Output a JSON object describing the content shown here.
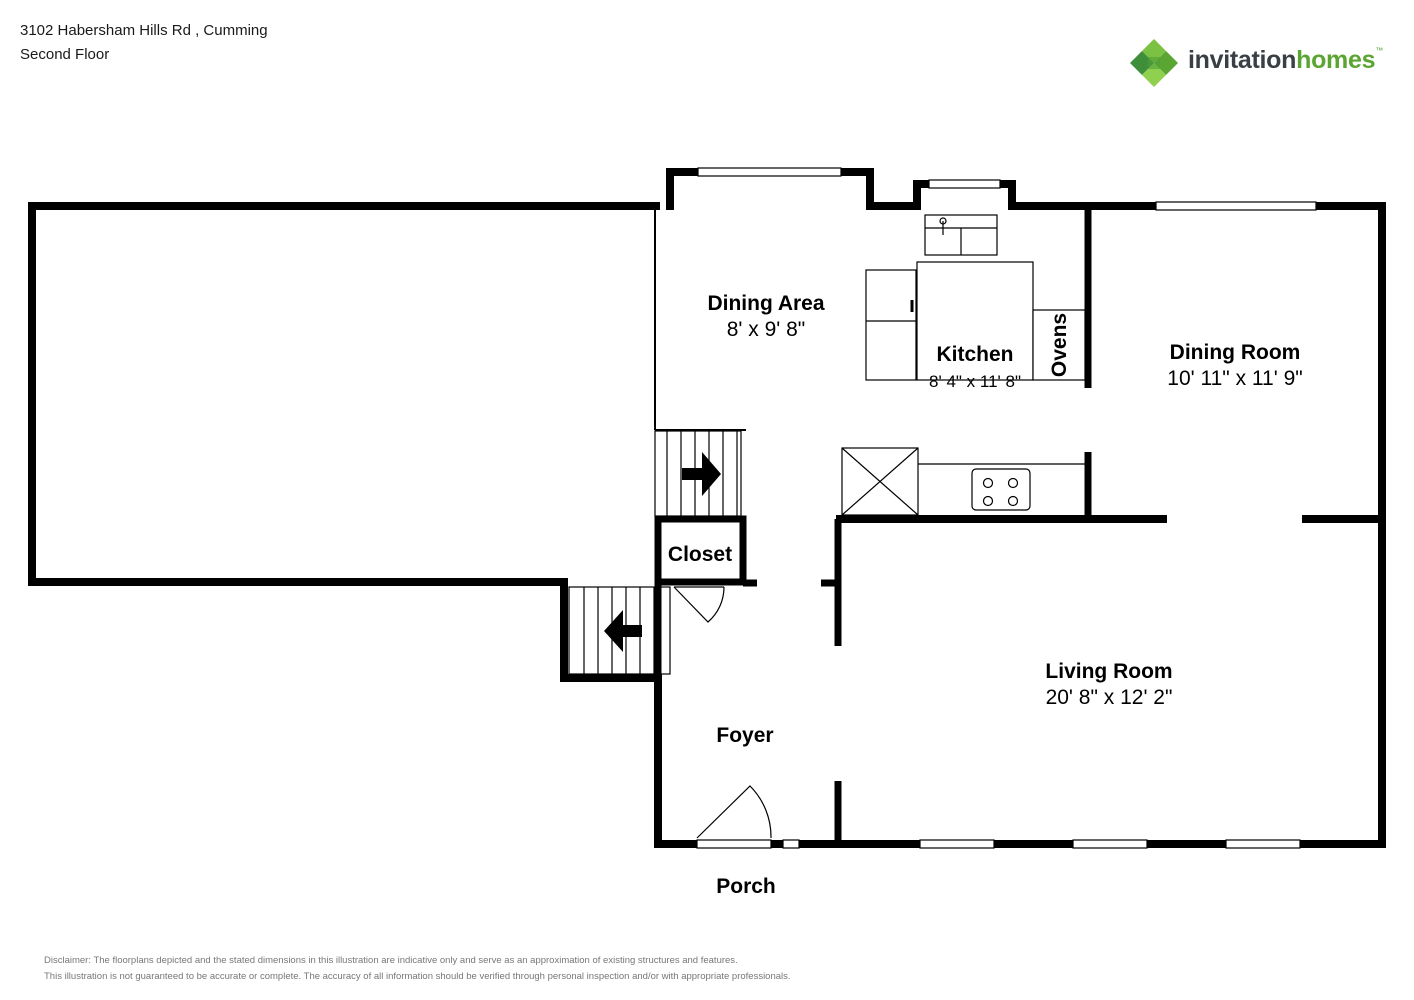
{
  "header": {
    "address": "3102 Habersham Hills Rd , Cumming",
    "floor": "Second Floor"
  },
  "logo": {
    "word1": "invitation",
    "word2": "homes",
    "trademark": "™",
    "icon": "diamond-cluster-logo-icon",
    "colors": {
      "green_dark": "#3f8f3a",
      "green_light": "#7cc242",
      "gray": "#3a3f45"
    }
  },
  "rooms": {
    "dining_area": {
      "name": "Dining Area",
      "dims": "8' x 9' 8\""
    },
    "kitchen": {
      "name": "Kitchen",
      "dims": "8' 4\" x 11' 8\""
    },
    "ovens": {
      "name": "Ovens"
    },
    "dining_room": {
      "name": "Dining Room",
      "dims": "10' 11\" x 11' 9\""
    },
    "closet": {
      "name": "Closet"
    },
    "living_room": {
      "name": "Living Room",
      "dims": "20' 8\" x 12' 2\""
    },
    "foyer": {
      "name": "Foyer"
    },
    "porch": {
      "name": "Porch"
    }
  },
  "disclaimer": {
    "line1": "Disclaimer: The floorplans depicted and the stated dimensions in this illustration are indicative only and serve as an approximation of existing structures and features.",
    "line2": "This illustration is not guaranteed to be accurate or complete. The accuracy of all information should be verified through personal inspection and/or with appropriate professionals."
  }
}
